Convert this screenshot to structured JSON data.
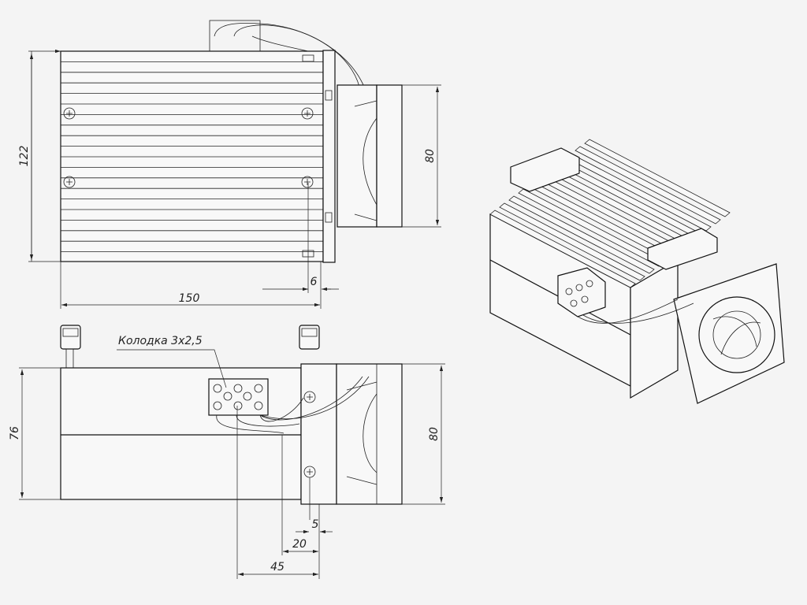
{
  "drawing": {
    "top_view": {
      "dim_height": "122",
      "dim_width": "150",
      "dim_offset": "6",
      "dim_fan": "80"
    },
    "side_view": {
      "dim_height": "76",
      "dim_fan": "80",
      "dim_5": "5",
      "dim_20": "20",
      "dim_45": "45",
      "callout": "Колодка 3x2,5"
    }
  }
}
